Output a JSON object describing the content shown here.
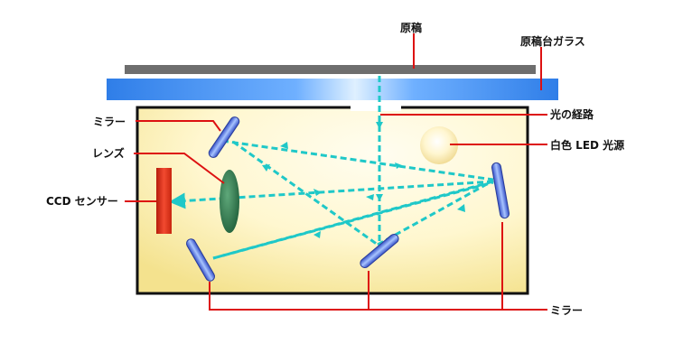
{
  "labels": {
    "original": "原稿",
    "glass": "原稿台ガラス",
    "mirror_left": "ミラー",
    "lens": "レンズ",
    "ccd": "CCD センサー",
    "light_path": "光の経路",
    "led": "白色 LED 光源",
    "mirror_bottom": "ミラー"
  },
  "colors": {
    "leader": "#dd1111",
    "light_path": "#1fc8c8",
    "glass": "#3f8cf0",
    "original": "#6e6e6e",
    "ccd": "#e0311d",
    "lens": "#2e7d4e",
    "mirror": "#5577dd"
  }
}
